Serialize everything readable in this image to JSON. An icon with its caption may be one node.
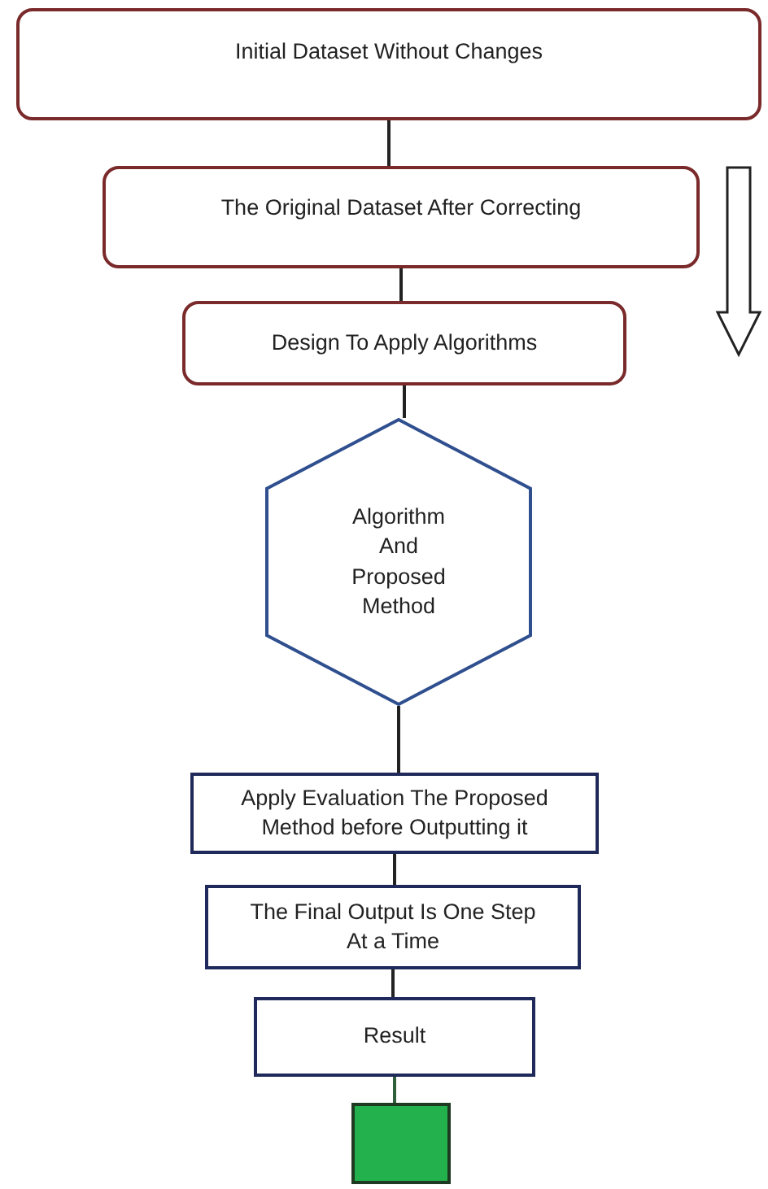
{
  "diagram": {
    "nodes": [
      {
        "text": [
          "Initial Dataset Without Changes"
        ]
      },
      {
        "text": [
          "The Original Dataset After Correcting"
        ]
      },
      {
        "text": [
          "Design To Apply Algorithms"
        ]
      },
      {
        "text": [
          "Algorithm And Proposed Method"
        ]
      },
      {
        "text": [
          "Apply Evaluation The Proposed Method before Outputting it"
        ]
      },
      {
        "text": [
          "The Final Output Is One Step At a Time"
        ]
      },
      {
        "text": [
          "Result"
        ]
      },
      {
        "text": [],
        "shape": "box"
      }
    ],
    "edges": [
      {
        "from": 0,
        "to": 1,
        "arrow": "none"
      },
      {
        "from": 1,
        "to": 2,
        "arrow": "none"
      },
      {
        "from": 2,
        "to": 3,
        "arrow": "none"
      },
      {
        "from": 3,
        "to": 4,
        "arrow": "none"
      },
      {
        "from": 4,
        "to": 5,
        "arrow": "none"
      },
      {
        "from": 5,
        "to": 6,
        "arrow": "none"
      },
      {
        "from": 6,
        "to": 7,
        "arrow": "none",
        "color": "#2e5e3a"
      }
    ]
  }
}
